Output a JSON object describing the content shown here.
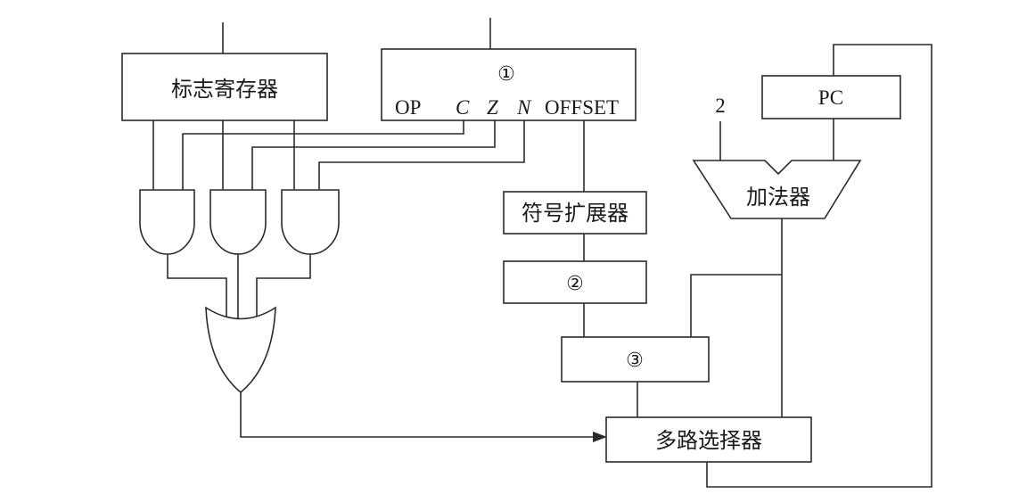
{
  "labels": {
    "flag_register": "标志寄存器",
    "instruction_register": {
      "marker": "①",
      "op": "OP",
      "c": "C",
      "z": "Z",
      "n": "N",
      "offset": "OFFSET"
    },
    "constant": "2",
    "pc": "PC",
    "adder": "加法器",
    "sign_extender": "符号扩展器",
    "box_2": "②",
    "box_3": "③",
    "mux": "多路选择器"
  }
}
